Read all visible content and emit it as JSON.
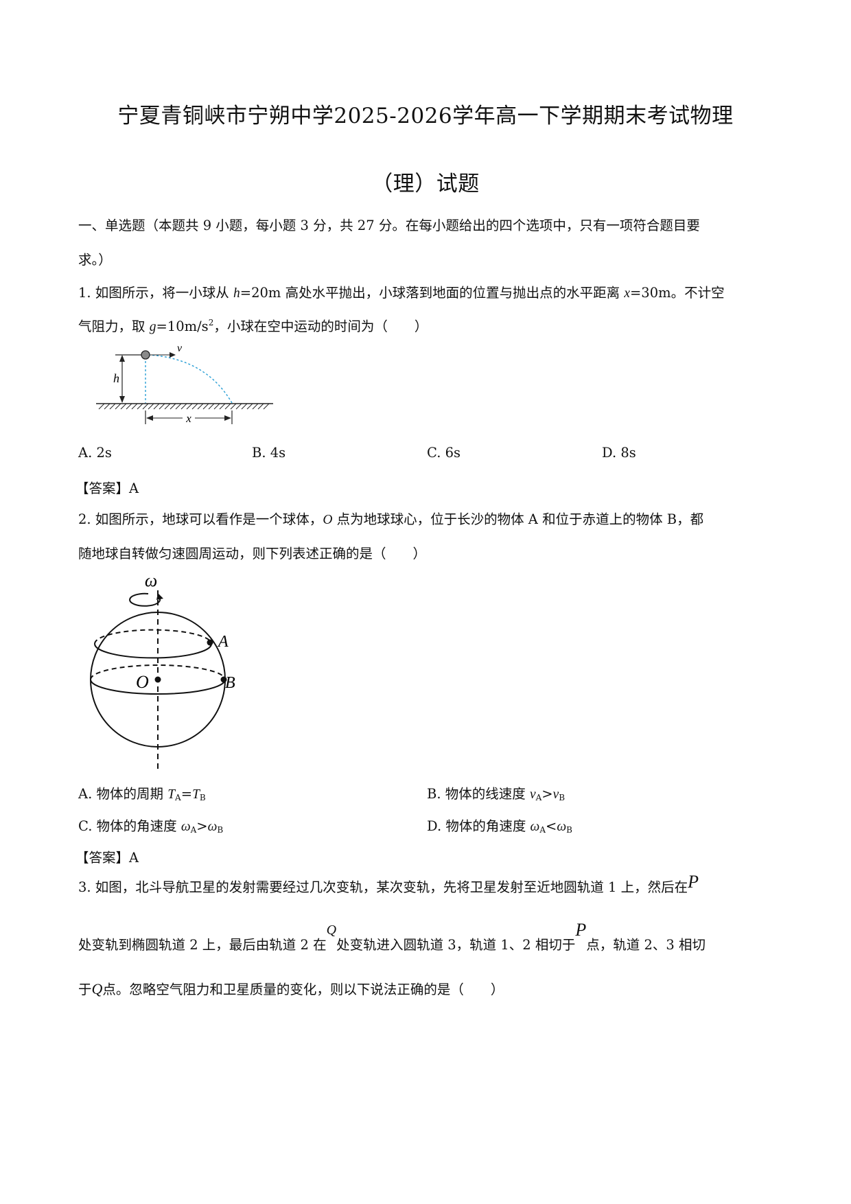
{
  "title": {
    "line1": "宁夏青铜峡市宁朔中学2025-2026学年高一下学期期末考试物理",
    "line2": "（理）试题"
  },
  "section": {
    "line1": "一、单选题（本题共 9 小题，每小题 3 分，共 27 分。在每小题给出的四个选项中，只有一项符合题目要",
    "line2": "求。）"
  },
  "q1": {
    "l1a": "1. 如图所示，将一小球从 ",
    "h_var": "h",
    "l1b": "=20m 高处水平抛出，小球落到地面的位置与抛出点的水平距离 ",
    "x_var": "x",
    "l1c": "=30m。不计空",
    "l2a": "气阻力，取 ",
    "g_var": "g",
    "l2b": "=10m/s",
    "l2sup": "2",
    "l2c": "，小球在空中运动的时间为（　　）",
    "fig": {
      "v": "v",
      "h": "h",
      "x": "x"
    },
    "options": [
      "A. 2s",
      "B. 4s",
      "C. 6s",
      "D. 8s"
    ],
    "answer": "【答案】A"
  },
  "q2": {
    "l1a": "2. 如图所示，地球可以看作是一个球体，",
    "O_var": "O",
    "l1b": " 点为地球球心，位于长沙的物体 A 和位于赤道上的物体 B，都",
    "l2": "随地球自转做匀速圆周运动，则下列表述正确的是（　　）",
    "fig": {
      "omega": "ω",
      "A": "A",
      "B": "B",
      "O": "O"
    },
    "optA": {
      "pre": "A. 物体的周期 ",
      "v1": "T",
      "s1": "A",
      "mid": "=",
      "v2": "T",
      "s2": "B"
    },
    "optB": {
      "pre": "B. 物体的线速度 ",
      "v1": "v",
      "s1": "A",
      "mid": ">",
      "v2": "v",
      "s2": "B"
    },
    "optC": {
      "pre": "C. 物体的角速度 ",
      "v1": "ω",
      "s1": "A",
      "mid": ">",
      "v2": "ω",
      "s2": "B"
    },
    "optD": {
      "pre": "D. 物体的角速度 ",
      "v1": "ω",
      "s1": "A",
      "mid": "<",
      "v2": "ω",
      "s2": "B"
    },
    "answer": "【答案】A"
  },
  "q3": {
    "l1": "3. 如图，北斗导航卫星的发射需要经过几次变轨，某次变轨，先将卫星发射至近地圆轨道 1 上，然后在",
    "l1P": "P",
    "l2a": "处变轨到椭圆轨道 2 上，最后由轨道 2 在",
    "l2Q": "Q",
    "l2b": "处变轨进入圆轨道 3，轨道 1、2 相切于",
    "l2P": "P",
    "l2c": "点，轨道 2、3 相切",
    "l3a": "于",
    "l3Q": "Q",
    "l3b": "点。忽略空气阻力和卫星质量的变化，则以下说法正确的是（　　）"
  }
}
